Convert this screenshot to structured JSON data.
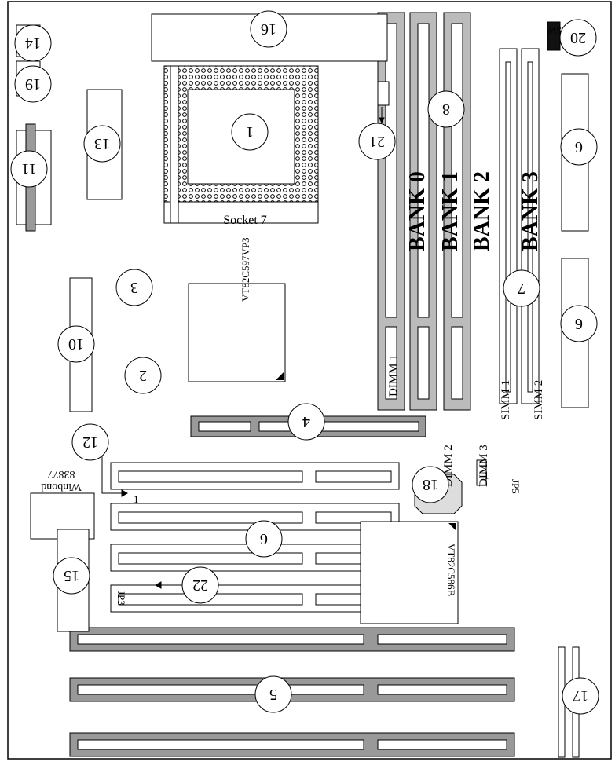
{
  "callouts": [
    {
      "id": "c1",
      "label": "1"
    },
    {
      "id": "c2",
      "label": "2"
    },
    {
      "id": "c3",
      "label": "3"
    },
    {
      "id": "c4",
      "label": "4"
    },
    {
      "id": "c5",
      "label": "5"
    },
    {
      "id": "c6a",
      "label": "6"
    },
    {
      "id": "c6b",
      "label": "6"
    },
    {
      "id": "c6c",
      "label": "6"
    },
    {
      "id": "c7",
      "label": "7"
    },
    {
      "id": "c8",
      "label": "8"
    },
    {
      "id": "c10",
      "label": "10"
    },
    {
      "id": "c11",
      "label": "11"
    },
    {
      "id": "c12",
      "label": "12"
    },
    {
      "id": "c13",
      "label": "13"
    },
    {
      "id": "c14",
      "label": "14"
    },
    {
      "id": "c15",
      "label": "15"
    },
    {
      "id": "c16",
      "label": "16"
    },
    {
      "id": "c17",
      "label": "17"
    },
    {
      "id": "c18",
      "label": "18"
    },
    {
      "id": "c19",
      "label": "19"
    },
    {
      "id": "c20",
      "label": "20"
    },
    {
      "id": "c21",
      "label": "21"
    },
    {
      "id": "c22",
      "label": "22"
    }
  ],
  "labels": {
    "socket": "Socket 7",
    "bank0": "BANK 0",
    "bank1": "BANK 1",
    "bank2": "BANK 2",
    "bank3": "BANK 3",
    "dimm1": "DIMM 1",
    "dimm2": "DIMM 2",
    "dimm3": "DIMM 3",
    "simm1": "SIMM 1",
    "simm2": "SIMM 2",
    "chip_north": "VT82C597VP3",
    "chip_south": "VT82C586B",
    "io_line1": "Winbond",
    "io_line2": "83877",
    "jp5": "JP5",
    "jp3": "JP3",
    "sw": "SW",
    "pin1a": "1",
    "pin1b": "1"
  }
}
